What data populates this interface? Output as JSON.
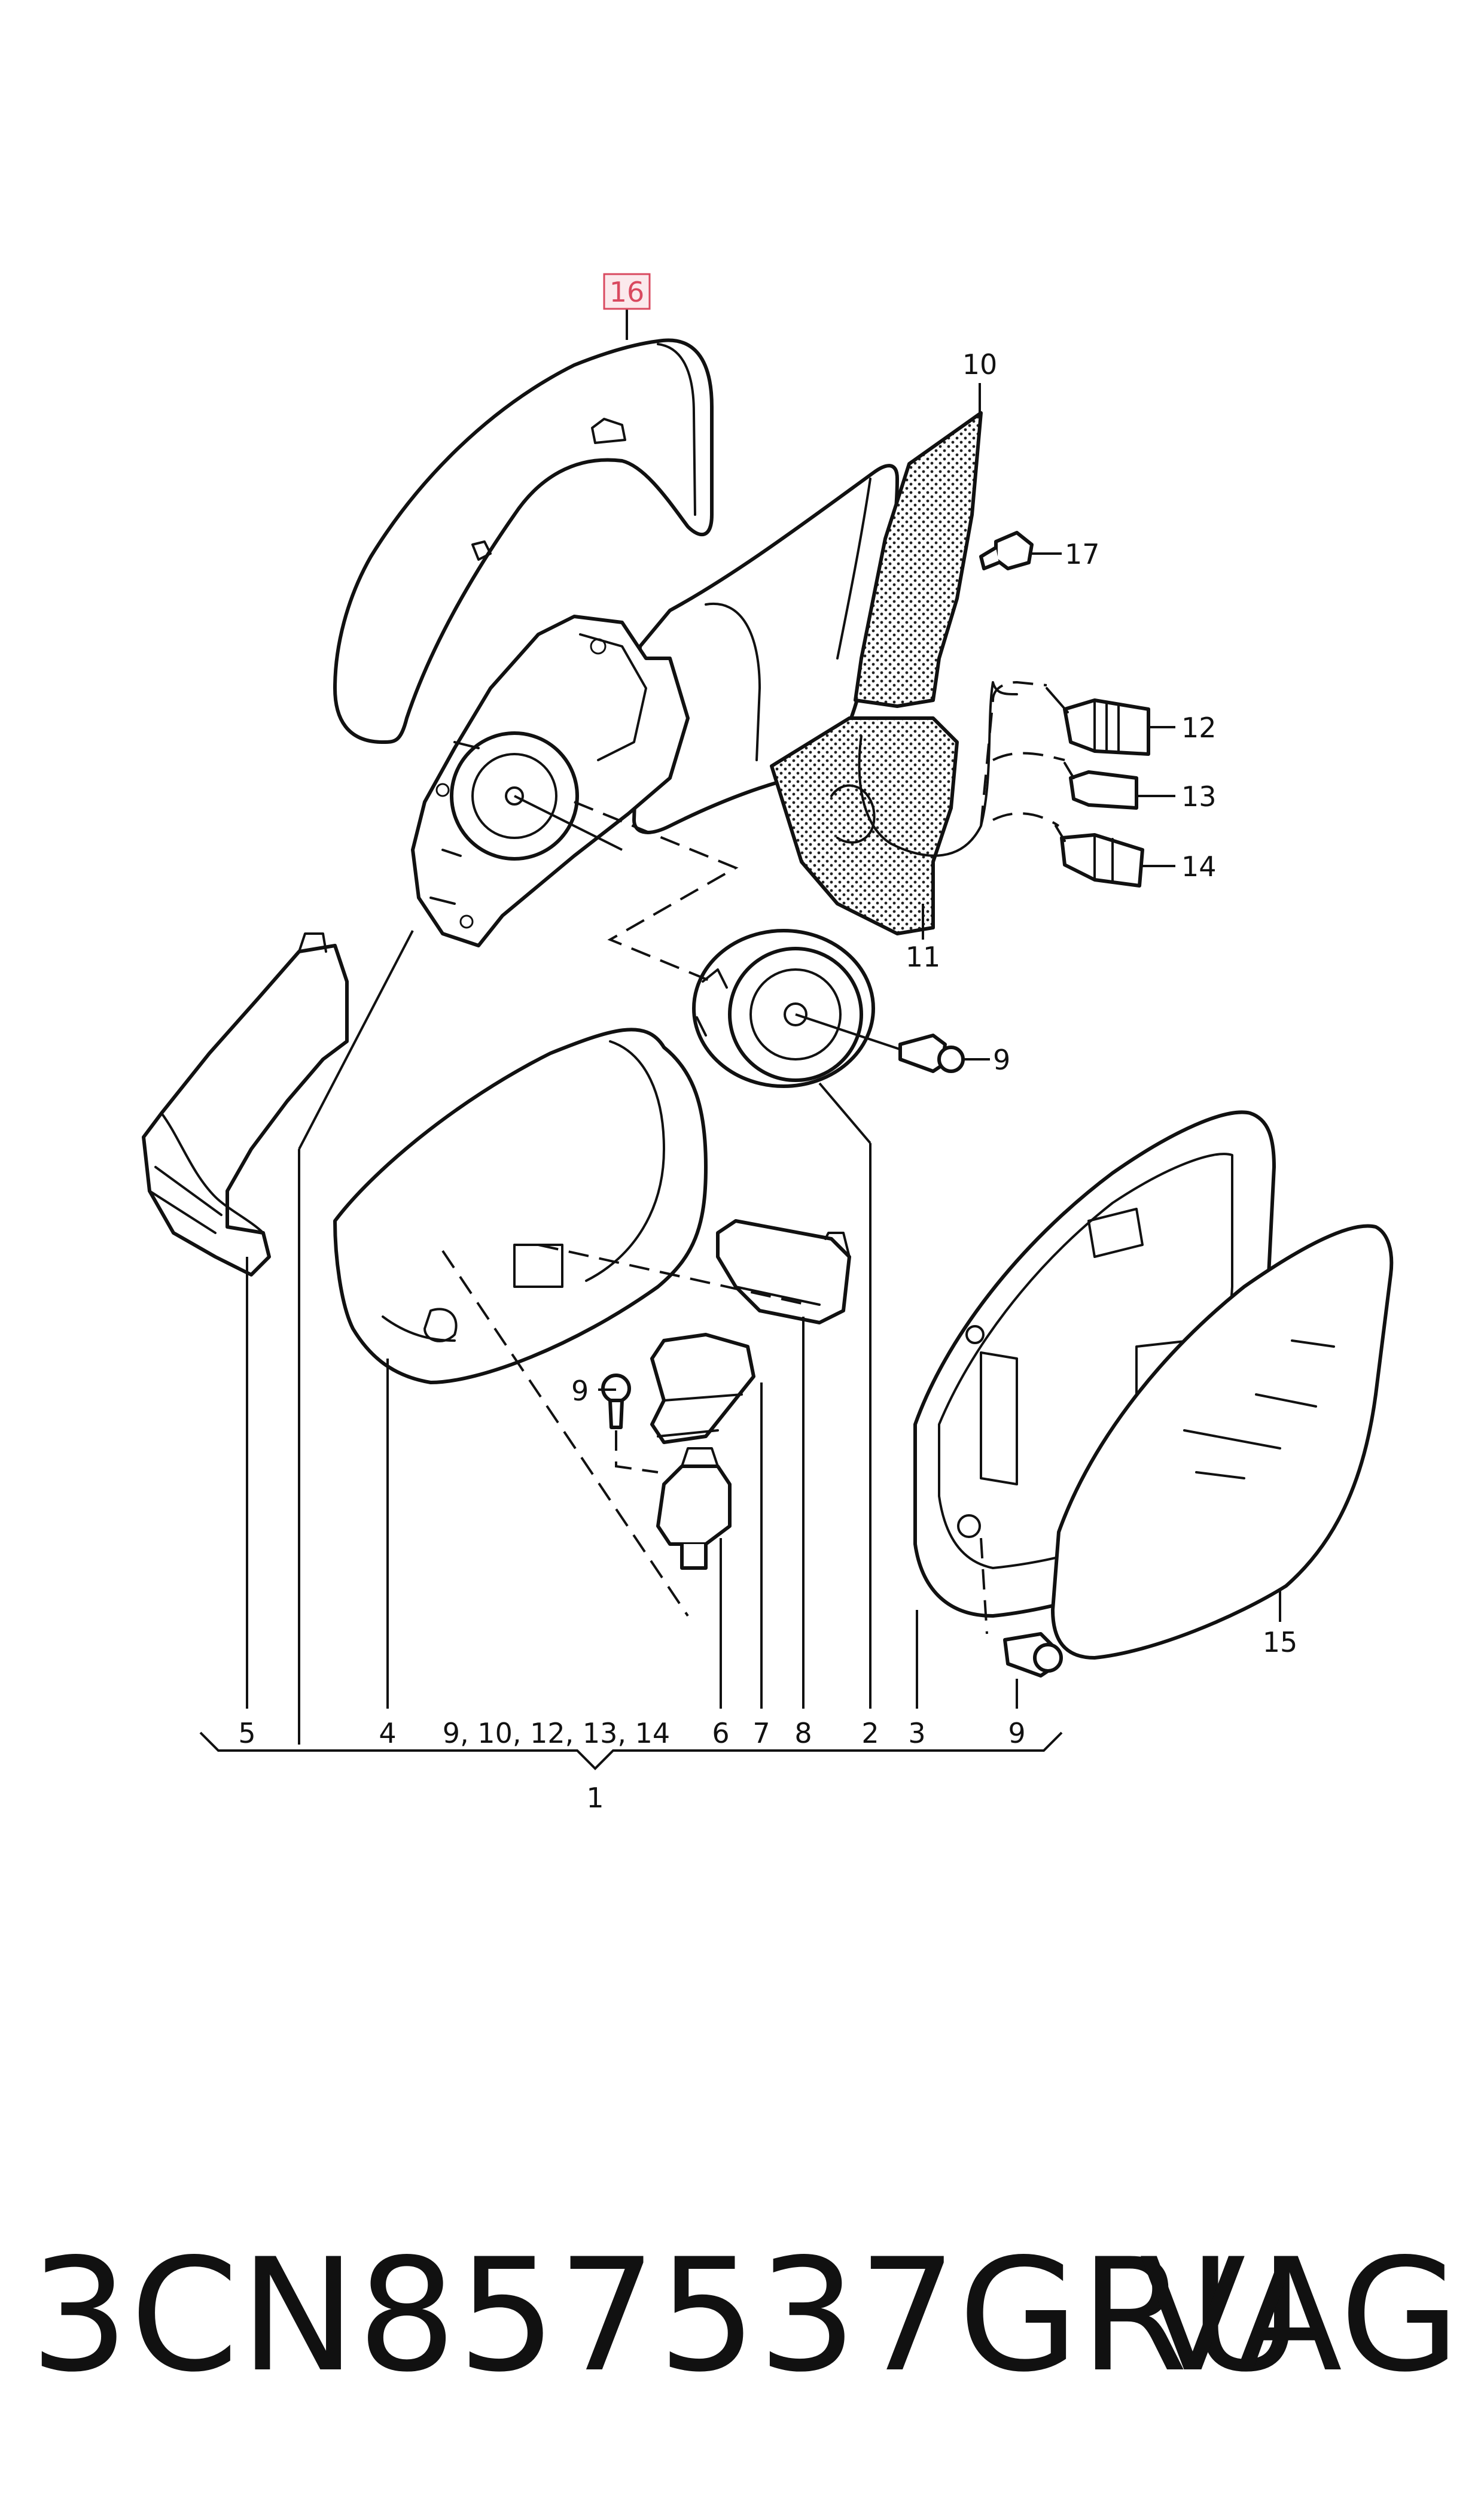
{
  "highlighted_callout": "16",
  "callouts": {
    "c10": "10",
    "c17": "17",
    "c12": "12",
    "c13": "13",
    "c14": "14",
    "c11": "11",
    "c9a": "9",
    "c9b": "9",
    "c9c": "9",
    "c15": "15"
  },
  "group_labels": {
    "g5": "5",
    "g4": "4",
    "g_set": "9, 10, 12, 13, 14",
    "g6": "6",
    "g7": "7",
    "g8": "8",
    "g2": "2",
    "g3": "3",
    "g9": "9",
    "assembly": "1"
  },
  "part_number": "3CN857537GRU",
  "brand": "VAG",
  "colors": {
    "highlight_stroke": "#d9495f",
    "highlight_fill": "#fbe9ec",
    "line": "#111111"
  }
}
